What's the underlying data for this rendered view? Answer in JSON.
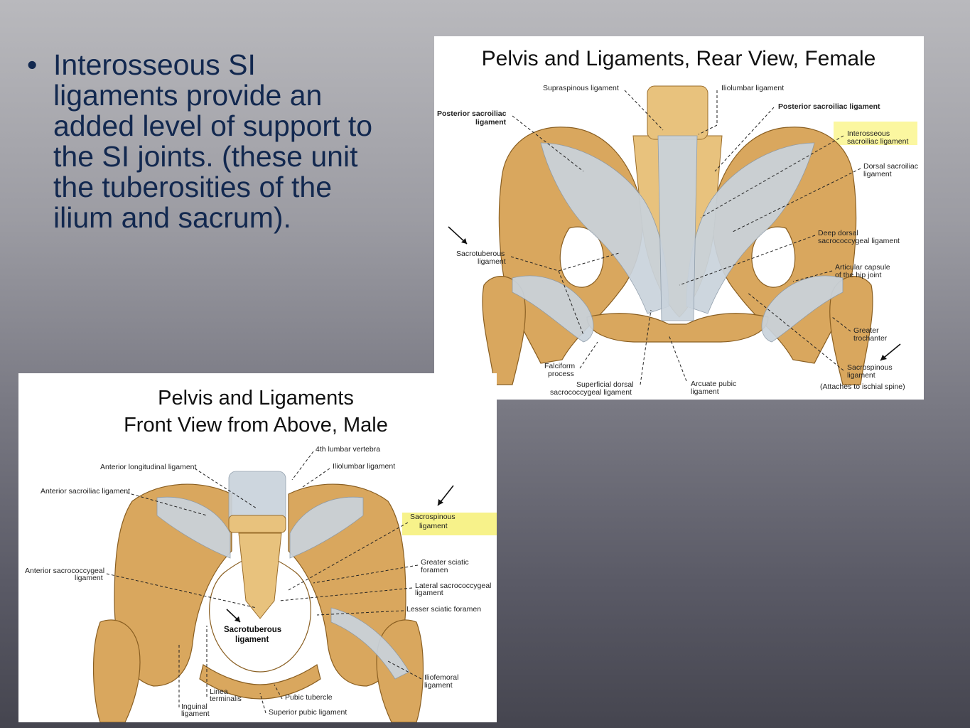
{
  "slide": {
    "bullet": "•",
    "lines": [
      "Interosseous SI",
      "ligaments   provide an",
      "added level of support to",
      "the SI joints. (these unit",
      "the tuberosities of the",
      "ilium and sacrum)."
    ]
  },
  "rear_view": {
    "title": "Pelvis and Ligaments, Rear View, Female",
    "labels": {
      "supraspinous": "Supraspinous ligament",
      "iliolumbar": "Iliolumbar ligament",
      "post_si_left_1": "Posterior sacroiliac",
      "post_si_left_2": "ligament",
      "post_si_right": "Posterior sacroiliac ligament",
      "interosseous_1": "Interosseous",
      "interosseous_2": "sacroiliac ligament",
      "dorsal_si_1": "Dorsal sacroiliac",
      "dorsal_si_2": "ligament",
      "sacrotuberous_1": "Sacrotuberous",
      "sacrotuberous_2": "ligament",
      "deep_dorsal_1": "Deep dorsal",
      "deep_dorsal_2": "sacrococcygeal ligament",
      "articular_1": "Articular capsule",
      "articular_2": "of the hip joint",
      "greater_troch_1": "Greater",
      "greater_troch_2": "trochanter",
      "falciform_1": "Falciform",
      "falciform_2": "process",
      "superficial_1": "Superficial dorsal",
      "superficial_2": "sacrococcygeal ligament",
      "arcuate_1": "Arcuate pubic",
      "arcuate_2": "ligament",
      "sacrospinous_1": "Sacrospinous",
      "sacrospinous_2": "ligament",
      "attaches": "(Attaches to ischial spine)"
    },
    "highlight_color": "#fbf7a0"
  },
  "front_view": {
    "title_1": "Pelvis and Ligaments",
    "title_2": "Front View from Above, Male",
    "labels": {
      "lumbar": "4th lumbar vertebra",
      "ant_long": "Anterior longitudinal ligament",
      "iliolumbar": "Iliolumbar ligament",
      "ant_si": "Anterior sacroiliac ligament",
      "sacrospinous_1": "Sacrospinous",
      "sacrospinous_2": "ligament",
      "greater_sciatic_1": "Greater sciatic",
      "greater_sciatic_2": "foramen",
      "ant_sacrococ_1": "Anterior sacrococcygeal",
      "ant_sacrococ_2": "ligament",
      "lat_sacrococ_1": "Lateral sacrococcygeal",
      "lat_sacrococ_2": "ligament",
      "lesser_sciatic": "Lesser sciatic foramen",
      "sacrotuberous_1": "Sacrotuberous",
      "sacrotuberous_2": "ligament",
      "iliofemoral_1": "Iliofemoral",
      "iliofemoral_2": "ligament",
      "linea_1": "Linea",
      "linea_2": "terminalis",
      "pubic_tubercle": "Pubic tubercle",
      "inguinal_1": "Inguinal",
      "inguinal_2": "ligament",
      "superior_pubic": "Superior pubic ligament"
    },
    "highlight_color": "#f7f28a"
  }
}
